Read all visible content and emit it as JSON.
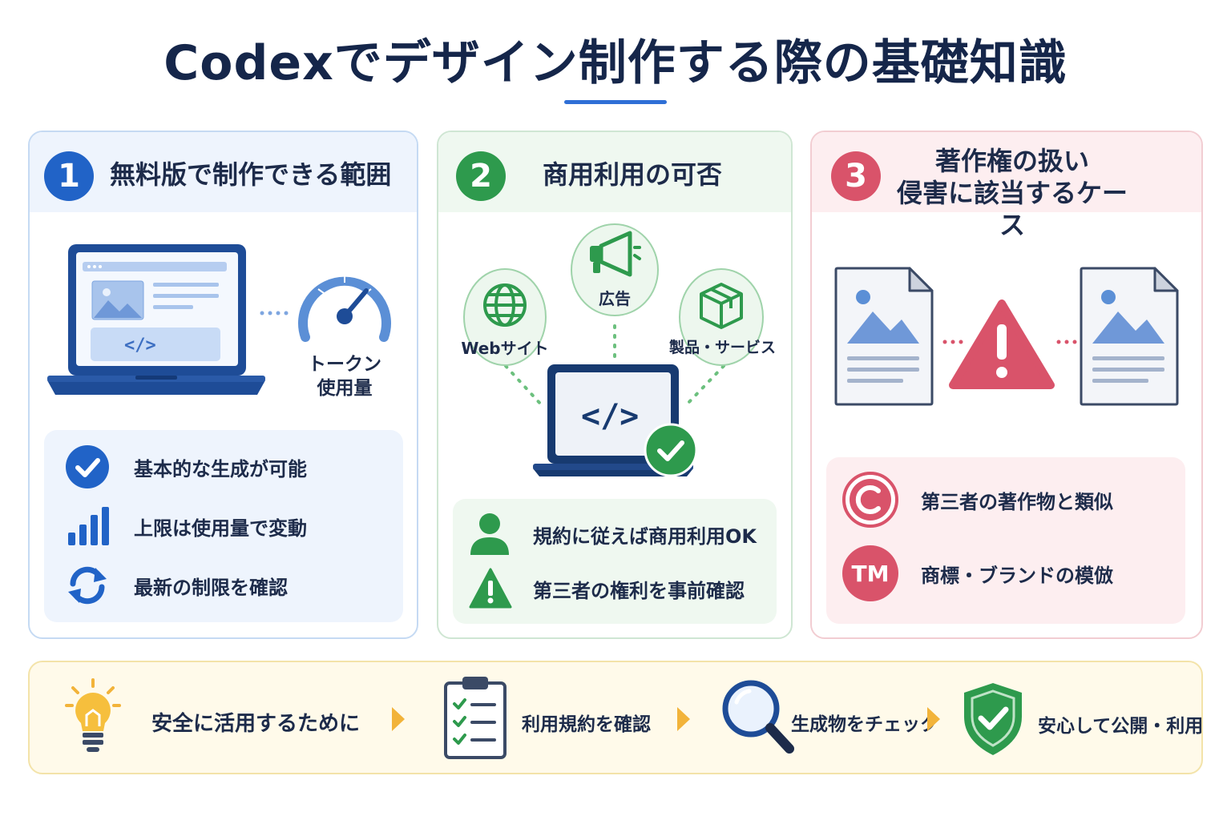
{
  "title": "Codexでデザイン制作する際の基礎知識",
  "colors": {
    "blue": "#2163c7",
    "green": "#2e9a4d",
    "red": "#d9536a",
    "yellow": "#f2b33a",
    "navy": "#1d3d7a"
  },
  "sections": [
    {
      "number": "1",
      "title": "無料版で制作できる範囲",
      "illustration": {
        "code_symbol": "</>",
        "gauge_label": "トークン\n使用量"
      },
      "items": [
        {
          "icon": "check-circle-icon",
          "label": "基本的な生成が可能"
        },
        {
          "icon": "bar-chart-icon",
          "label": "上限は使用量で変動"
        },
        {
          "icon": "refresh-icon",
          "label": "最新の制限を確認"
        }
      ]
    },
    {
      "number": "2",
      "title": "商用利用の可否",
      "illustration": {
        "uses": [
          {
            "icon": "globe-icon",
            "label": "Webサイト"
          },
          {
            "icon": "megaphone-icon",
            "label": "広告"
          },
          {
            "icon": "box-icon",
            "label": "製品・サービス"
          }
        ],
        "code_symbol": "</>"
      },
      "items": [
        {
          "icon": "person-icon",
          "label": "規約に従えば商用利用OK"
        },
        {
          "icon": "warning-icon",
          "label": "第三者の権利を事前確認"
        }
      ]
    },
    {
      "number": "3",
      "title_lines": [
        "著作権の扱い",
        "侵害に該当するケース"
      ],
      "items": [
        {
          "icon": "copyright-icon",
          "badge": "",
          "label": "第三者の著作物と類似"
        },
        {
          "icon": "trademark-icon",
          "badge": "TM",
          "label": "商標・ブランドの模倣"
        }
      ]
    }
  ],
  "steps": [
    {
      "icon": "lightbulb-icon",
      "label": "安全に活用するために"
    },
    {
      "icon": "clipboard-icon",
      "label": "利用規約を確認"
    },
    {
      "icon": "magnifier-icon",
      "label": "生成物をチェック"
    },
    {
      "icon": "shield-check-icon",
      "label": "安心して公開・利用"
    }
  ]
}
